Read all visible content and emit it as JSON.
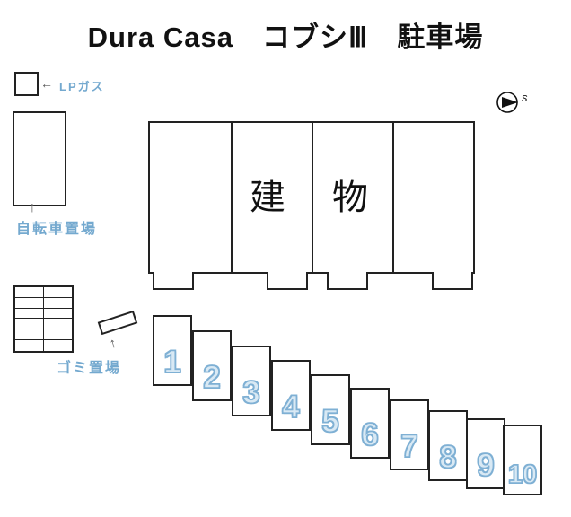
{
  "title": "Dura Casa　コブシⅢ　駐車場",
  "building": {
    "label": "建　物"
  },
  "annotations": {
    "lp_gas": {
      "label": "LPガス",
      "arrow": "←"
    },
    "bicycle": {
      "label": "自転車置場",
      "arrow": "↑"
    },
    "garbage": {
      "label": "ゴミ置場",
      "arrow": "↑"
    }
  },
  "compass": {
    "mark": "s"
  },
  "parking": {
    "numbers": [
      "1",
      "2",
      "3",
      "4",
      "5",
      "6",
      "7",
      "8",
      "9",
      "10"
    ]
  },
  "colors": {
    "label_blue": "#74a9cf",
    "number_fill": "#d9e9f4",
    "number_outline": "#7fb0d4",
    "line_color": "#222222"
  }
}
